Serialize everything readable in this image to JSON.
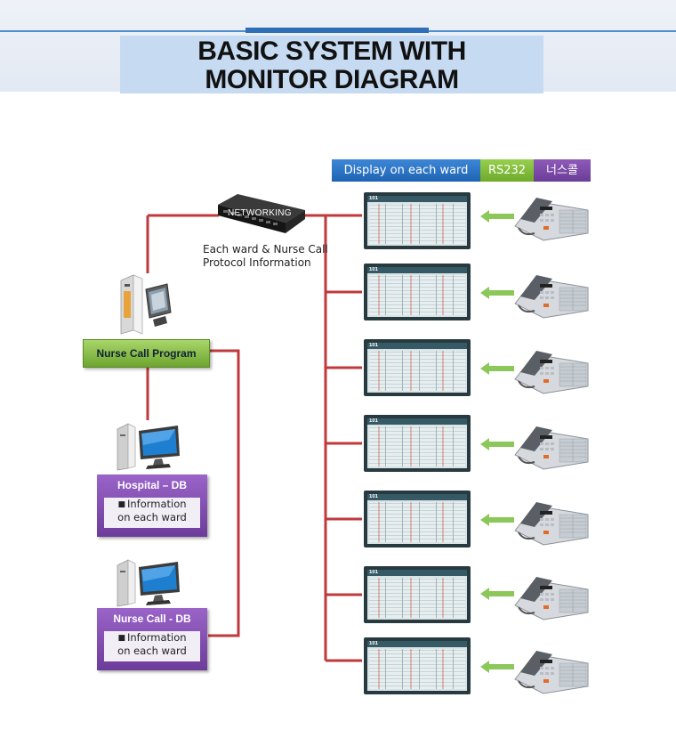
{
  "title": {
    "line1": "BASIC SYSTEM WITH",
    "line2": "MONITOR DIAGRAM"
  },
  "legend": {
    "display": "Display on each ward",
    "rs232": "RS232",
    "protocol": "너스콜"
  },
  "switch": {
    "label": "NETWORKING",
    "note_line1": "Each ward & Nurse Call",
    "note_line2": "Protocol Information"
  },
  "program": {
    "label": "Nurse Call Program"
  },
  "databases": [
    {
      "title": "Hospital – DB",
      "info_line1": "Information",
      "info_line2": "on each ward"
    },
    {
      "title": "Nurse Call - DB",
      "info_line1": "Information",
      "info_line2": "on each ward"
    }
  ],
  "wards": [
    {
      "number": "101"
    },
    {
      "number": "101"
    },
    {
      "number": "101"
    },
    {
      "number": "101"
    },
    {
      "number": "101"
    },
    {
      "number": "101"
    },
    {
      "number": "101"
    }
  ],
  "colors": {
    "wire": "#c0393b",
    "display_tag": "#2a72c4",
    "rs232_tag": "#86c040",
    "protocol_tag": "#7b4aa8",
    "program_box": "#8cc04c",
    "db_box": "#7f4cb0",
    "arrow": "#8cc75a"
  },
  "icons": {
    "server": "server-icon",
    "pc": "desktop-pc-icon",
    "switch": "network-switch-icon",
    "monitor": "ward-monitor-icon",
    "phone": "nurse-call-phone-icon",
    "arrow": "left-arrow-icon"
  }
}
